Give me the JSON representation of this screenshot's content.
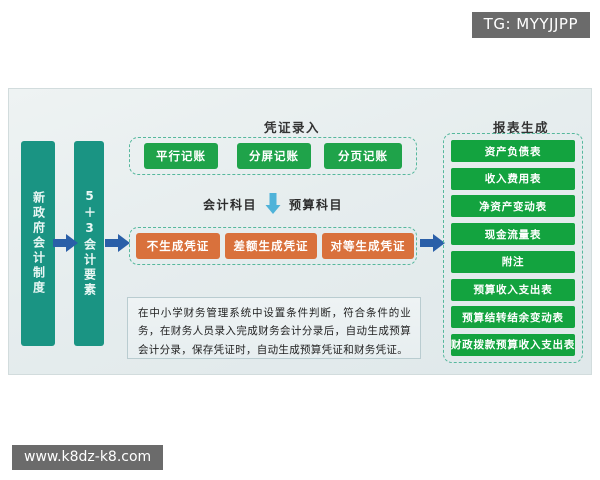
{
  "overlay": {
    "tag_badge": "TG: MYYJJPP",
    "watermark": "www.k8dz-k8.com"
  },
  "colors": {
    "teal_bar": "#1a9483",
    "green_button": "#1fa34a",
    "green_report": "#13a33f",
    "orange_button": "#d9713c",
    "blue_arrow": "#2a5fa8",
    "dashed_border": "#56b89d",
    "panel_bg": "#e9eff0",
    "badge_bg": "#6b6b6b"
  },
  "flow": {
    "stage_1_label": "新政府会计制度",
    "stage_2_label": "5＋3会计要素"
  },
  "voucher_section": {
    "title": "凭证录入",
    "ledger_modes": [
      {
        "label": "平行记账"
      },
      {
        "label": "分屏记账"
      },
      {
        "label": "分页记账"
      }
    ],
    "subjects": {
      "left": "会计科目",
      "right": "预算科目"
    },
    "voucher_modes": [
      {
        "label": "不生成凭证"
      },
      {
        "label": "差额生成凭证"
      },
      {
        "label": "对等生成凭证"
      }
    ],
    "description": "在中小学财务管理系统中设置条件判断，符合条件的业务，在财务人员录入完成财务会计分录后，自动生成预算会计分录，保存凭证时，自动生成预算凭证和财务凭证。"
  },
  "report_section": {
    "title": "报表生成",
    "items": [
      {
        "label": "资产负债表"
      },
      {
        "label": "收入费用表"
      },
      {
        "label": "净资产变动表"
      },
      {
        "label": "现金流量表"
      },
      {
        "label": "附注"
      },
      {
        "label": "预算收入支出表"
      },
      {
        "label": "预算结转结余变动表"
      },
      {
        "label": "财政拨款预算收入支出表"
      }
    ]
  }
}
